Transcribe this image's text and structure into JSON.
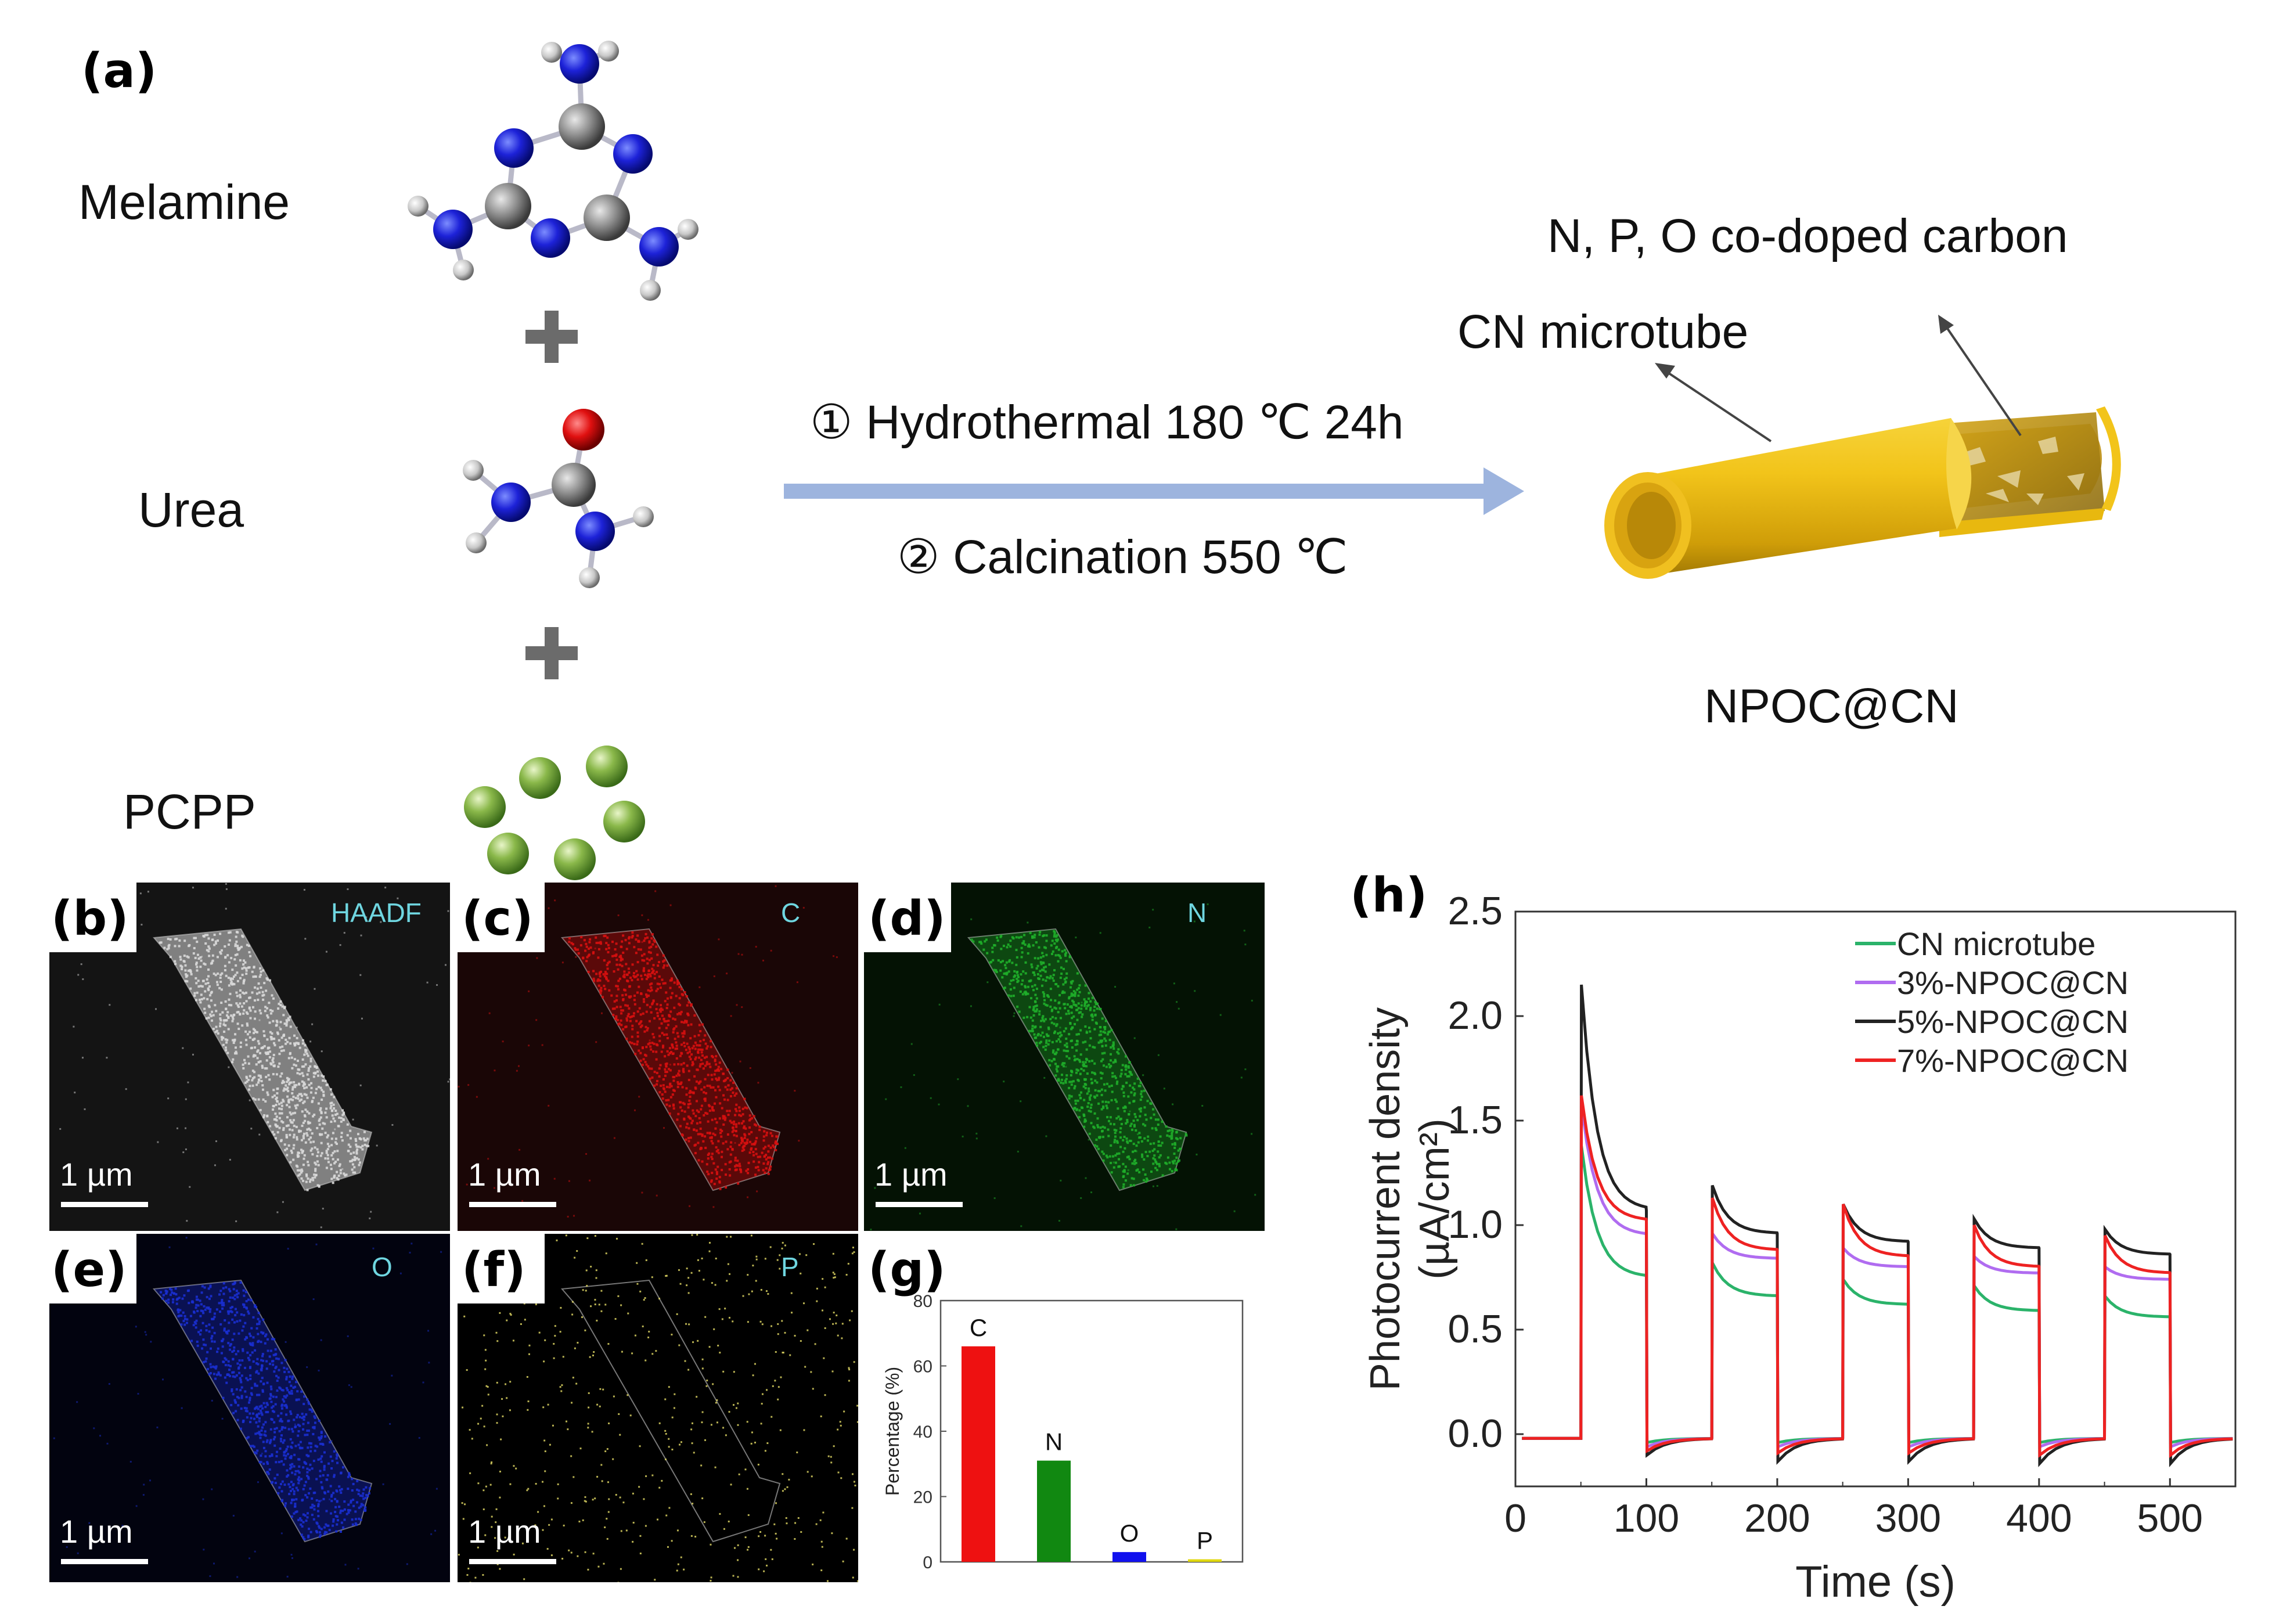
{
  "panel_labels": {
    "a": "(a)",
    "b": "(b)",
    "c": "(c)",
    "d": "(d)",
    "e": "(e)",
    "f": "(f)",
    "g": "(g)",
    "h": "(h)"
  },
  "scheme": {
    "reagents": [
      "Melamine",
      "Urea",
      "PCPP"
    ],
    "plus": "+",
    "step1": "① Hydrothermal 180 ℃ 24h",
    "step2": "② Calcination 550 ℃",
    "label_shell": "N, P, O co-doped carbon",
    "label_tube": "CN microtube",
    "product": "NPOC@CN"
  },
  "maps": [
    {
      "element": "HAADF",
      "color": "#d8d8d8",
      "background": "#141414"
    },
    {
      "element": "C",
      "color": "#d81010",
      "background": "#1a0606"
    },
    {
      "element": "N",
      "color": "#1fae2a",
      "background": "#041204"
    },
    {
      "element": "O",
      "color": "#1a2fd0",
      "background": "#02030f"
    },
    {
      "element": "P",
      "color": "#d8d060",
      "background": "#000000"
    }
  ],
  "scale_bar": "1 µm",
  "chart_data": [
    {
      "type": "bar",
      "panel": "(g)",
      "ylabel": "Percentage (%)",
      "ylim": [
        0,
        80
      ],
      "yticks": [
        0,
        20,
        40,
        60,
        80
      ],
      "categories": [
        "C",
        "N",
        "O",
        "P"
      ],
      "values": [
        66,
        31,
        3,
        0.8
      ],
      "colors": [
        "#ee1111",
        "#118811",
        "#1111ee",
        "#e0d810"
      ]
    },
    {
      "type": "line",
      "panel": "(h)",
      "xlabel": "Time (s)",
      "ylabel": "Photocurrent density",
      "ylabel_unit": "(µA/cm²)",
      "xlim": [
        0,
        550
      ],
      "ylim": [
        -0.25,
        2.5
      ],
      "xticks": [
        0,
        100,
        200,
        300,
        400,
        500
      ],
      "yticks": [
        "0.0",
        "0.5",
        "1.0",
        "1.5",
        "2.0",
        "2.5"
      ],
      "legend_position": "top-right",
      "on_intervals": [
        [
          50,
          100
        ],
        [
          150,
          200
        ],
        [
          250,
          300
        ],
        [
          350,
          400
        ],
        [
          450,
          500
        ]
      ],
      "series": [
        {
          "name": "CN microtube",
          "color": "#2bb36a",
          "baseline": -0.02,
          "peaks": [
            1.38,
            0.82,
            0.74,
            0.71,
            0.66
          ],
          "ends": [
            0.75,
            0.66,
            0.62,
            0.59,
            0.56
          ],
          "dips": [
            -0.04,
            -0.04,
            -0.04,
            -0.04,
            -0.04
          ]
        },
        {
          "name": "3%-NPOC@CN",
          "color": "#b06cf0",
          "baseline": -0.02,
          "peaks": [
            1.58,
            0.96,
            0.89,
            0.85,
            0.8
          ],
          "ends": [
            0.95,
            0.84,
            0.8,
            0.77,
            0.74
          ],
          "dips": [
            -0.06,
            -0.06,
            -0.06,
            -0.06,
            -0.06
          ]
        },
        {
          "name": "5%-NPOC@CN",
          "color": "#222222",
          "baseline": -0.02,
          "peaks": [
            2.15,
            1.19,
            1.1,
            1.03,
            0.98
          ],
          "ends": [
            1.07,
            0.96,
            0.92,
            0.89,
            0.86
          ],
          "dips": [
            -0.1,
            -0.13,
            -0.13,
            -0.14,
            -0.14
          ]
        },
        {
          "name": "7%-NPOC@CN",
          "color": "#ee2222",
          "baseline": -0.02,
          "peaks": [
            1.62,
            1.13,
            1.1,
            1.0,
            0.95
          ],
          "ends": [
            1.02,
            0.88,
            0.85,
            0.8,
            0.77
          ],
          "dips": [
            -0.08,
            -0.09,
            -0.09,
            -0.1,
            -0.1
          ]
        }
      ]
    }
  ]
}
